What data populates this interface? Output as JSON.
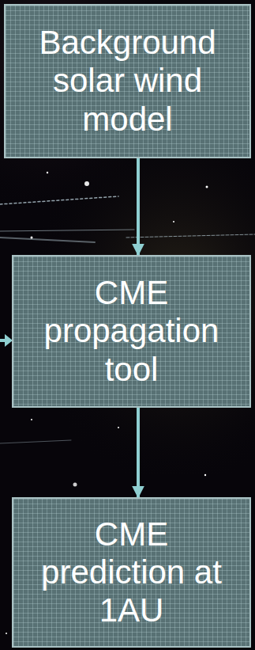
{
  "diagram": {
    "nodes": [
      {
        "text": [
          "Background solar wind model"
        ]
      },
      {
        "text": [
          "CME propagation tool"
        ]
      },
      {
        "text": [
          "CME prediction at 1AU"
        ]
      }
    ],
    "edges": [
      {
        "from": 0,
        "to": 1,
        "arrow": "to"
      },
      {
        "from": 1,
        "to": 2,
        "arrow": "to"
      }
    ]
  }
}
